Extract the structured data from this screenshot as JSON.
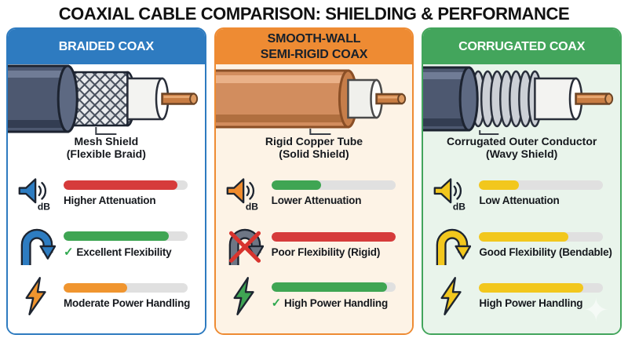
{
  "title": "COAXIAL CABLE COMPARISON: SHIELDING & PERFORMANCE",
  "db_label": "dB",
  "bar_track_color": "#e0e0e0",
  "panels": [
    {
      "id": "braided",
      "header": "BRAIDED COAX",
      "accent": "#2e7bc0",
      "header_text_color": "#ffffff",
      "body_bg": "#ffffff",
      "cable_label": "Mesh Shield\n(Flexible Braid)",
      "icons": {
        "speaker": "#2d7cc1",
        "arrow": "#2d7cc1",
        "bolt": "#f0952f"
      },
      "metrics": [
        {
          "name": "attenuation",
          "label": "Higher Attenuation",
          "check": "",
          "bar_pct": "92%",
          "bar_color": "#d63b3b"
        },
        {
          "name": "flexibility",
          "label": "Excellent Flexibility",
          "check": "✓",
          "bar_pct": "85%",
          "bar_color": "#3fa553"
        },
        {
          "name": "power",
          "label": "Moderate Power Handling",
          "check": "",
          "bar_pct": "51%",
          "bar_color": "#f0952f"
        }
      ]
    },
    {
      "id": "smooth-wall",
      "header": "SMOOTH-WALL\nSEMI-RIGID COAX",
      "accent": "#ee8b33",
      "header_text_color": "#17202b",
      "body_bg": "#fdf3e6",
      "cable_label": "Rigid Copper Tube\n(Solid Shield)",
      "icons": {
        "speaker": "#ef8b2d",
        "arrow": "#6e7685",
        "cross": "#d8342e",
        "bolt": "#3fa553"
      },
      "metrics": [
        {
          "name": "attenuation",
          "label": "Lower Attenuation",
          "check": "",
          "bar_pct": "40%",
          "bar_color": "#3fa553"
        },
        {
          "name": "flexibility",
          "label": "Poor Flexibility (Rigid)",
          "check": "",
          "bar_pct": "100%",
          "bar_color": "#d63b3b"
        },
        {
          "name": "power",
          "label": "High Power Handling",
          "check": "✓",
          "bar_pct": "93%",
          "bar_color": "#3fa553"
        }
      ]
    },
    {
      "id": "corrugated",
      "header": "CORRUGATED COAX",
      "accent": "#43a55c",
      "header_text_color": "#ffffff",
      "body_bg": "#e9f4eb",
      "cable_label": "Corrugated Outer Conductor\n(Wavy Shield)",
      "icons": {
        "speaker": "#f2c71d",
        "arrow": "#f2c71d",
        "bolt": "#f2c71d"
      },
      "metrics": [
        {
          "name": "attenuation",
          "label": "Low Attenuation",
          "check": "",
          "bar_pct": "32%",
          "bar_color": "#f2c71d"
        },
        {
          "name": "flexibility",
          "label": "Good Flexibility (Bendable)",
          "check": "",
          "bar_pct": "72%",
          "bar_color": "#f2c71d"
        },
        {
          "name": "power",
          "label": "High Power Handling",
          "check": "",
          "bar_pct": "84%",
          "bar_color": "#f2c71d"
        }
      ]
    }
  ]
}
